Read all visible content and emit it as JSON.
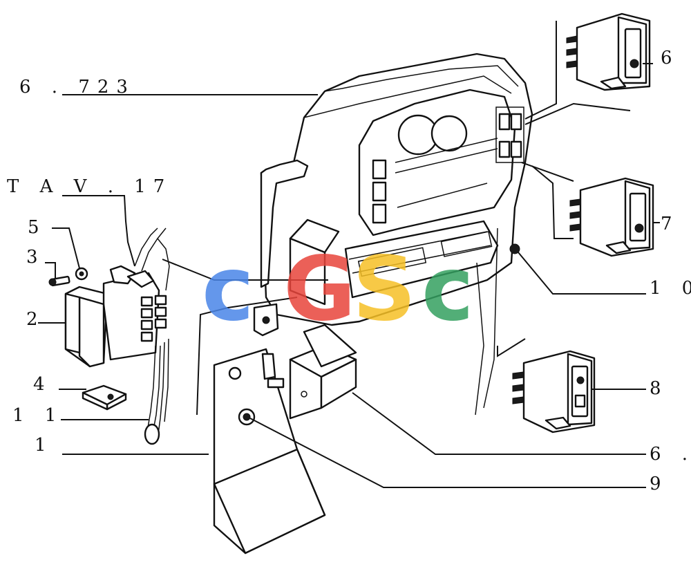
{
  "callouts": {
    "c_6723": "6 . 723",
    "c_tav": "T A V . 17",
    "c_5": "5",
    "c_3": "3",
    "c_2": "2",
    "c_4": "4",
    "c_11": "1 1",
    "c_1": "1",
    "c_6a": "6",
    "c_7": "7",
    "c_10": "1 0",
    "c_8": "8",
    "c_6b": "6 .",
    "c_9": "9"
  },
  "watermark": {
    "letters": [
      "c",
      "G",
      "S",
      "c"
    ],
    "colors": [
      "#4a86e8",
      "#e8453c",
      "#f6c026",
      "#34a060"
    ]
  }
}
